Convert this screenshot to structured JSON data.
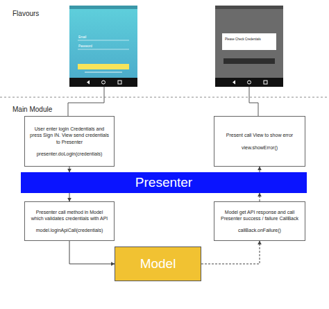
{
  "diagram": {
    "nodes": [
      {
        "text": [
          "User enter login Credentials and press Sign IN. View send credentials to Presenter",
          "presenter.doLogin(credentials)"
        ]
      },
      {
        "text": [
          "Present call View to show error",
          "view.showError()"
        ]
      },
      {
        "text": [
          "Presenter"
        ]
      },
      {
        "text": [
          "Presenter call method in Model which validates credentials with API",
          "model.loginApiCall(credentials)"
        ]
      },
      {
        "text": [
          "Model get API response and call Presenter success / failure CallBack",
          "callBack.onFailure()"
        ]
      },
      {
        "text": [
          "Model"
        ]
      }
    ],
    "edges": [
      {
        "from": 0,
        "to": 2,
        "arrow": "to"
      },
      {
        "from": 2,
        "to": 3,
        "arrow": "to"
      },
      {
        "from": 3,
        "to": 5,
        "arrow": "to"
      },
      {
        "from": 5,
        "to": 4,
        "arrow": "to"
      },
      {
        "from": 4,
        "to": 2,
        "arrow": "to"
      },
      {
        "from": 2,
        "to": 1,
        "arrow": "to"
      }
    ],
    "labels": [
      "Flavours",
      "Email",
      "Password",
      "Please Check Credentials",
      "Main Module"
    ]
  }
}
